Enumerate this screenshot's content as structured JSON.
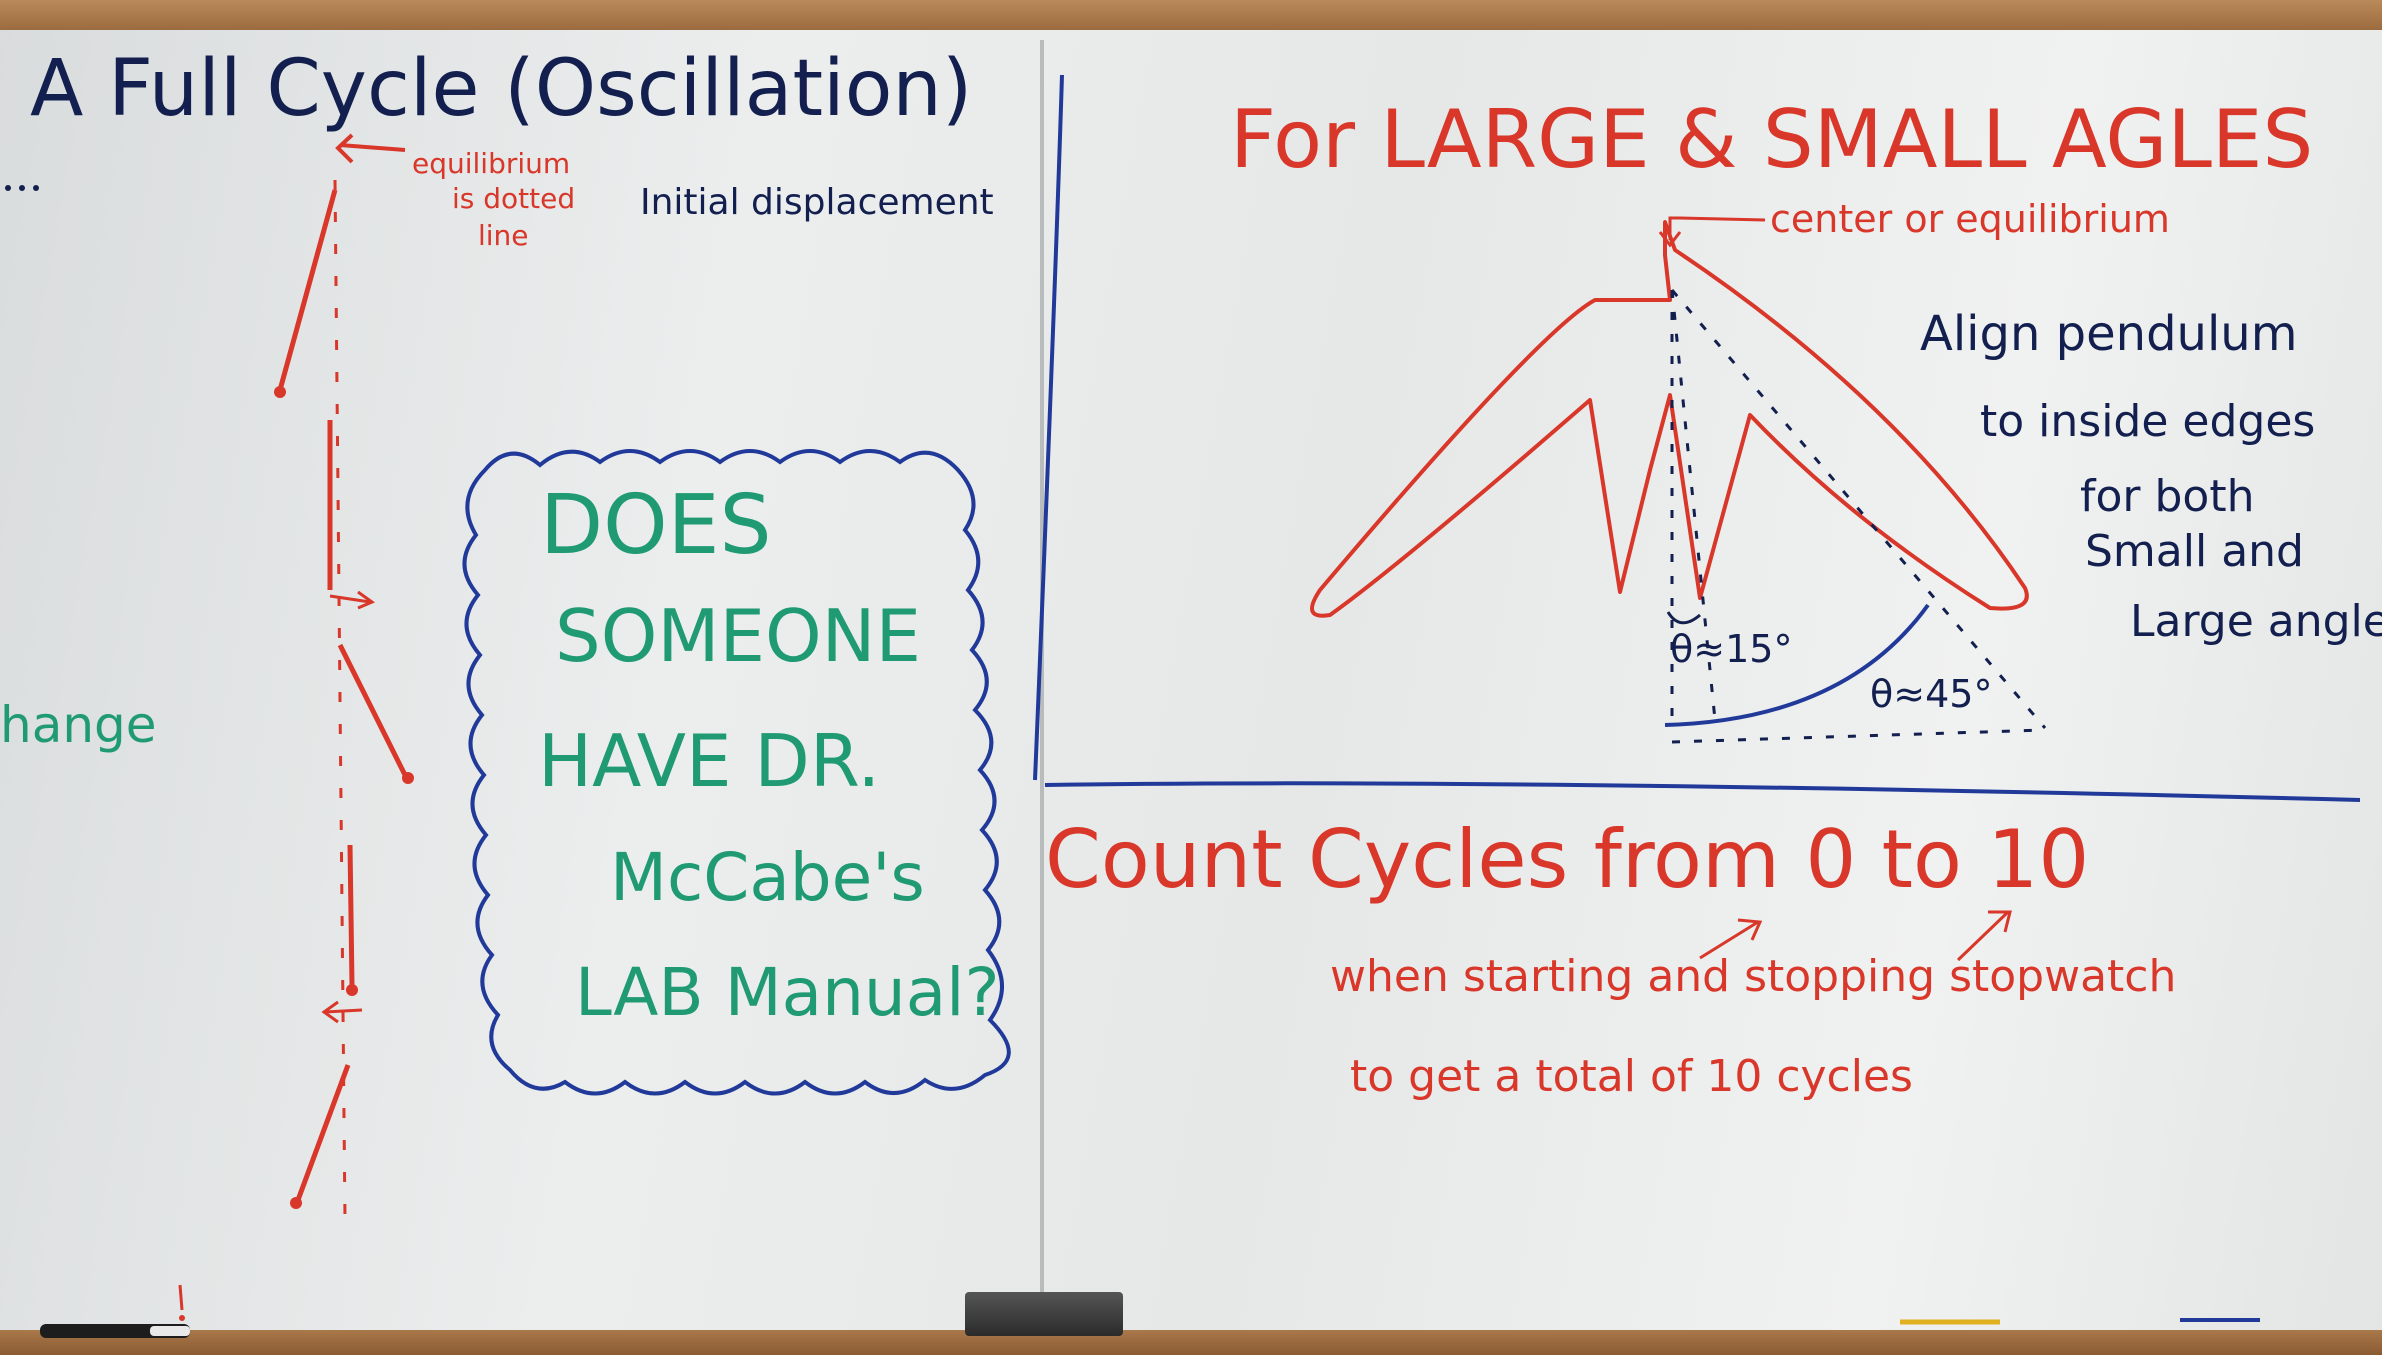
{
  "left_board": {
    "title": "A Full Cycle (Oscillation)",
    "equilibrium_note_1": "equilibrium",
    "equilibrium_note_2": "is dotted",
    "equilibrium_note_3": "line",
    "initial_displacement": "Initial displacement",
    "partial_word": "hange"
  },
  "callout": {
    "line1": "DOES",
    "line2": "SOMEONE",
    "line3": "HAVE DR.",
    "line4": "McCabe's",
    "line5": "LAB Manual?"
  },
  "right_board": {
    "title": "For LARGE & SMALL AGLES",
    "center_note": "center or equilibrium",
    "align_1": "Align pendulum",
    "align_2": "to inside edges",
    "align_3": "for both",
    "align_4": "Small and",
    "align_5": "Large angles",
    "angle_small": "θ≈15°",
    "angle_large": "θ≈45°",
    "count_title": "Count Cycles from 0 to 10",
    "count_note_1": "when starting and stopping stopwatch",
    "count_note_2": "to get a total of 10 cycles"
  },
  "colors": {
    "red": "#d8372a",
    "navy": "#13204f",
    "green": "#1f9a73",
    "blue": "#213a9a"
  }
}
